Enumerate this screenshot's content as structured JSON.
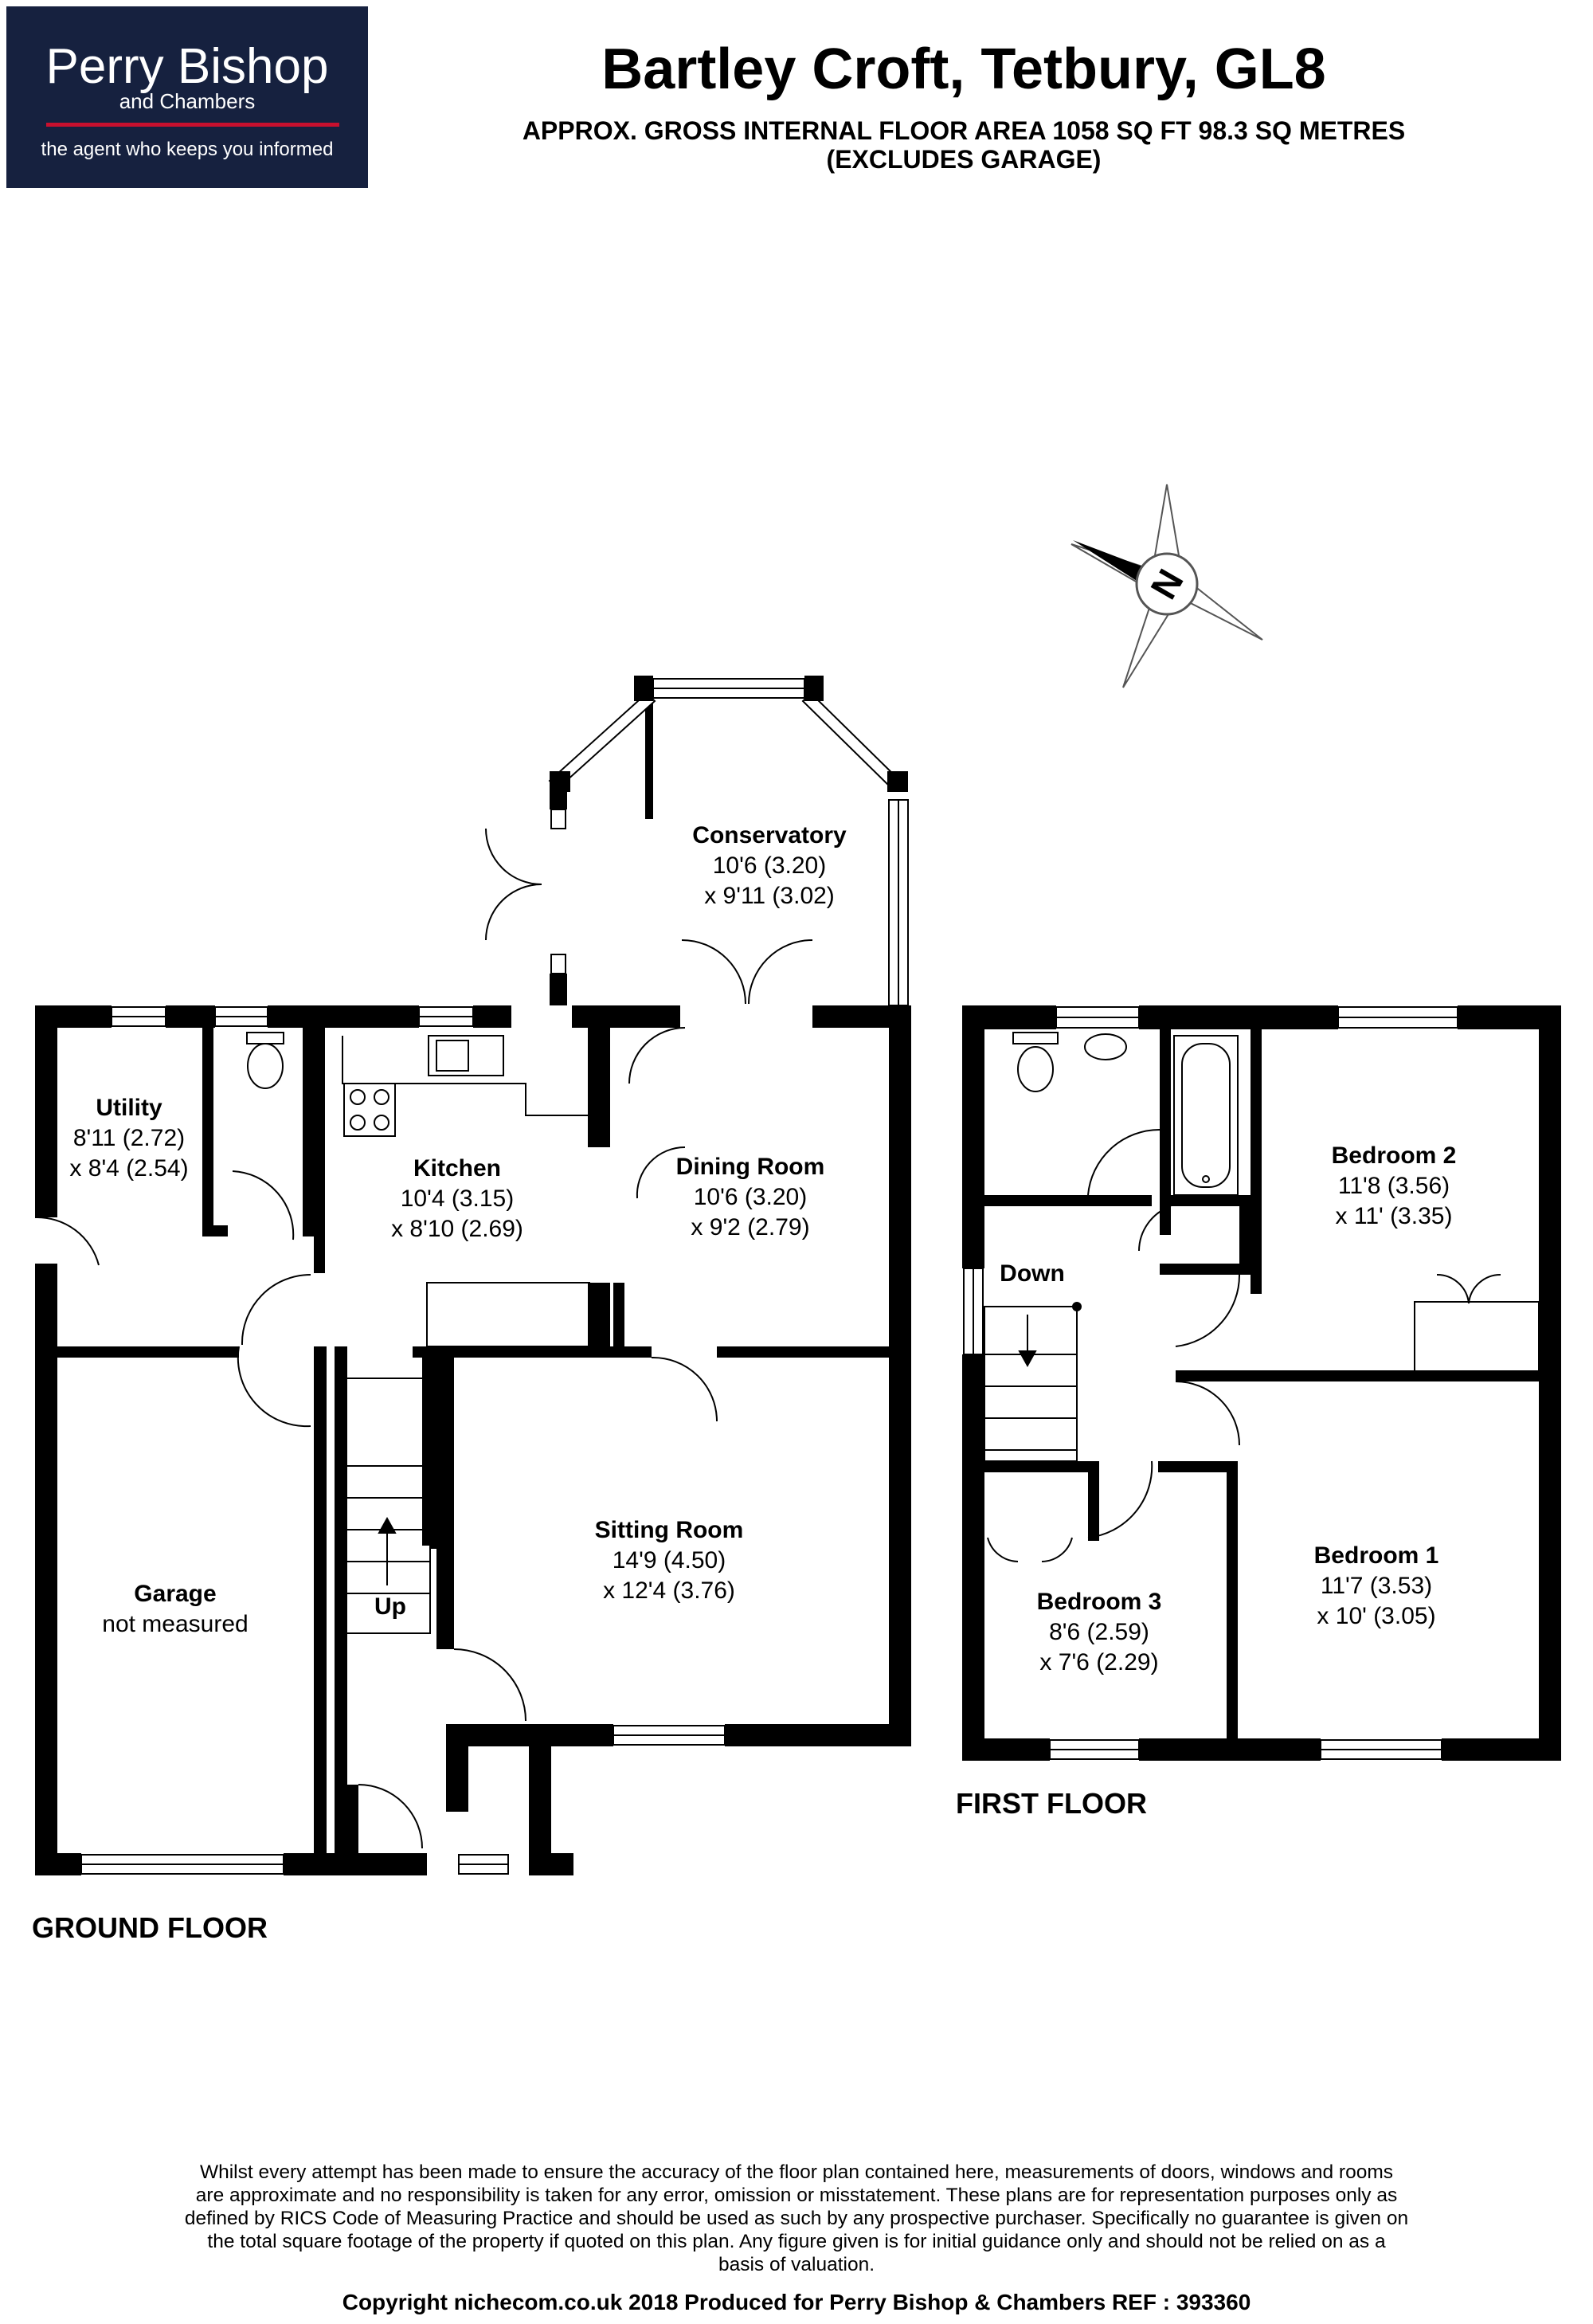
{
  "logo": {
    "brand": "Perry Bishop",
    "sub": "and Chambers",
    "tagline": "the agent who keeps you informed",
    "background": "#16213f",
    "rule_color": "#c8102e"
  },
  "title": "Bartley Croft, Tetbury, GL8",
  "area_line1": "APPROX. GROSS INTERNAL FLOOR AREA 1058 SQ FT 98.3 SQ METRES",
  "area_line2": "(EXCLUDES GARAGE)",
  "compass": {
    "label": "N",
    "icon": "compass-rose-icon"
  },
  "ground_floor": {
    "label": "GROUND FLOOR",
    "stairs_label": "Up",
    "rooms": [
      {
        "name": "Conservatory",
        "dim1": "10'6 (3.20)",
        "dim2": "x 9'11 (3.02)"
      },
      {
        "name": "Utility",
        "dim1": "8'11 (2.72)",
        "dim2": "x 8'4 (2.54)"
      },
      {
        "name": "Kitchen",
        "dim1": "10'4 (3.15)",
        "dim2": "x 8'10 (2.69)"
      },
      {
        "name": "Dining Room",
        "dim1": "10'6 (3.20)",
        "dim2": "x 9'2 (2.79)"
      },
      {
        "name": "Sitting Room",
        "dim1": "14'9 (4.50)",
        "dim2": "x 12'4 (3.76)"
      },
      {
        "name": "Garage",
        "dim1": "not measured",
        "dim2": ""
      }
    ]
  },
  "first_floor": {
    "label": "FIRST FLOOR",
    "stairs_label": "Down",
    "rooms": [
      {
        "name": "Bedroom 2",
        "dim1": "11'8 (3.56)",
        "dim2": "x 11' (3.35)"
      },
      {
        "name": "Bedroom 1",
        "dim1": "11'7 (3.53)",
        "dim2": "x 10' (3.05)"
      },
      {
        "name": "Bedroom 3",
        "dim1": "8'6 (2.59)",
        "dim2": "x 7'6 (2.29)"
      }
    ]
  },
  "disclaimer": "Whilst every attempt has been made to ensure the accuracy of the floor plan contained here, measurements of doors, windows and rooms are approximate and no responsibility is taken for any error, omission or misstatement. These plans are for representation purposes only as defined by RICS Code of Measuring Practice and should be used as such by any prospective purchaser. Specifically no guarantee is given on the total square footage of the property if quoted on this plan. Any figure given is for initial guidance only and should not be relied on as a basis of valuation.",
  "copyright": "Copyright nichecom.co.uk 2018     Produced for Perry Bishop & Chambers     REF :  393360"
}
